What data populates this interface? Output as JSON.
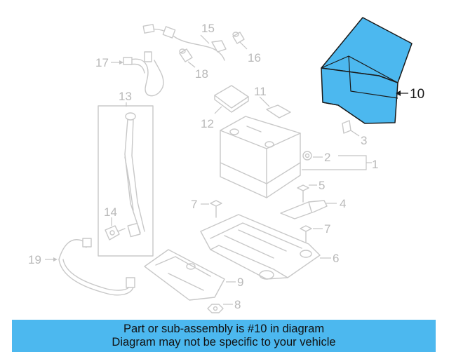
{
  "callouts": {
    "c1": "1",
    "c2": "2",
    "c3": "3",
    "c4": "4",
    "c5": "5",
    "c6": "6",
    "c7a": "7",
    "c7b": "7",
    "c8": "8",
    "c9": "9",
    "c10": "10",
    "c11": "11",
    "c12": "12",
    "c13": "13",
    "c14": "14",
    "c15": "15",
    "c16": "16",
    "c17": "17",
    "c18": "18",
    "c19": "19"
  },
  "highlighted_part": "10",
  "colors": {
    "highlight": "#4cb8ef",
    "line_art": "#c8c8c8",
    "callout_text": "#b9b9b9"
  },
  "banner": {
    "line1": "Part or sub-assembly is #10 in diagram",
    "line2": "Diagram may not be specific to your vehicle"
  }
}
